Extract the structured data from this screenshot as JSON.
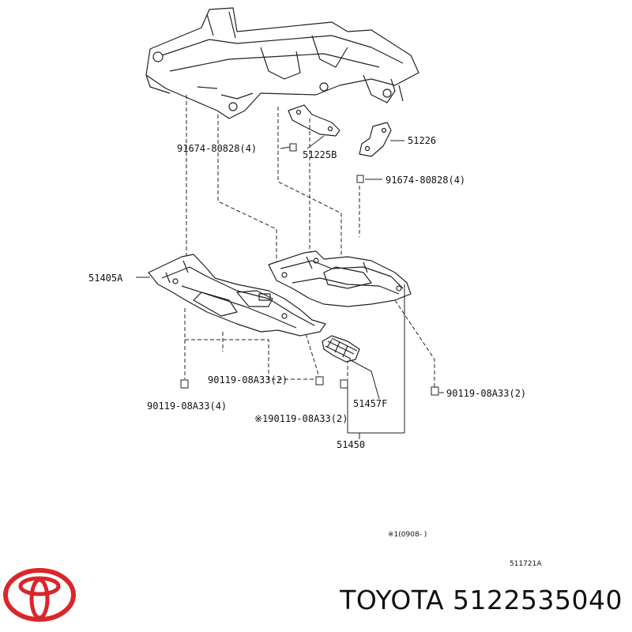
{
  "labels": {
    "bolt_upper_left": "91674-80828(4)",
    "part_51225b": "51225B",
    "part_51226": "51226",
    "bolt_upper_right": "91674-80828(4)",
    "part_51405a": "51405A",
    "bolt_mid": "90119-08A33(2)",
    "bolt_left": "90119-08A33(4)",
    "bolt_right": "90119-08A33(2)",
    "part_51457f": "51457F",
    "bolt_note": "※190119-08A33(2)",
    "part_51450": "51450",
    "note_code": "※1(0908-      )",
    "diagram_id": "511721A"
  },
  "footer": {
    "brand": "TOYOTA",
    "part_number": "5122535040"
  },
  "colors": {
    "logo_red": "#d9262b",
    "ink": "#222222"
  },
  "icons": {
    "logo": "toyota-logo-icon"
  }
}
